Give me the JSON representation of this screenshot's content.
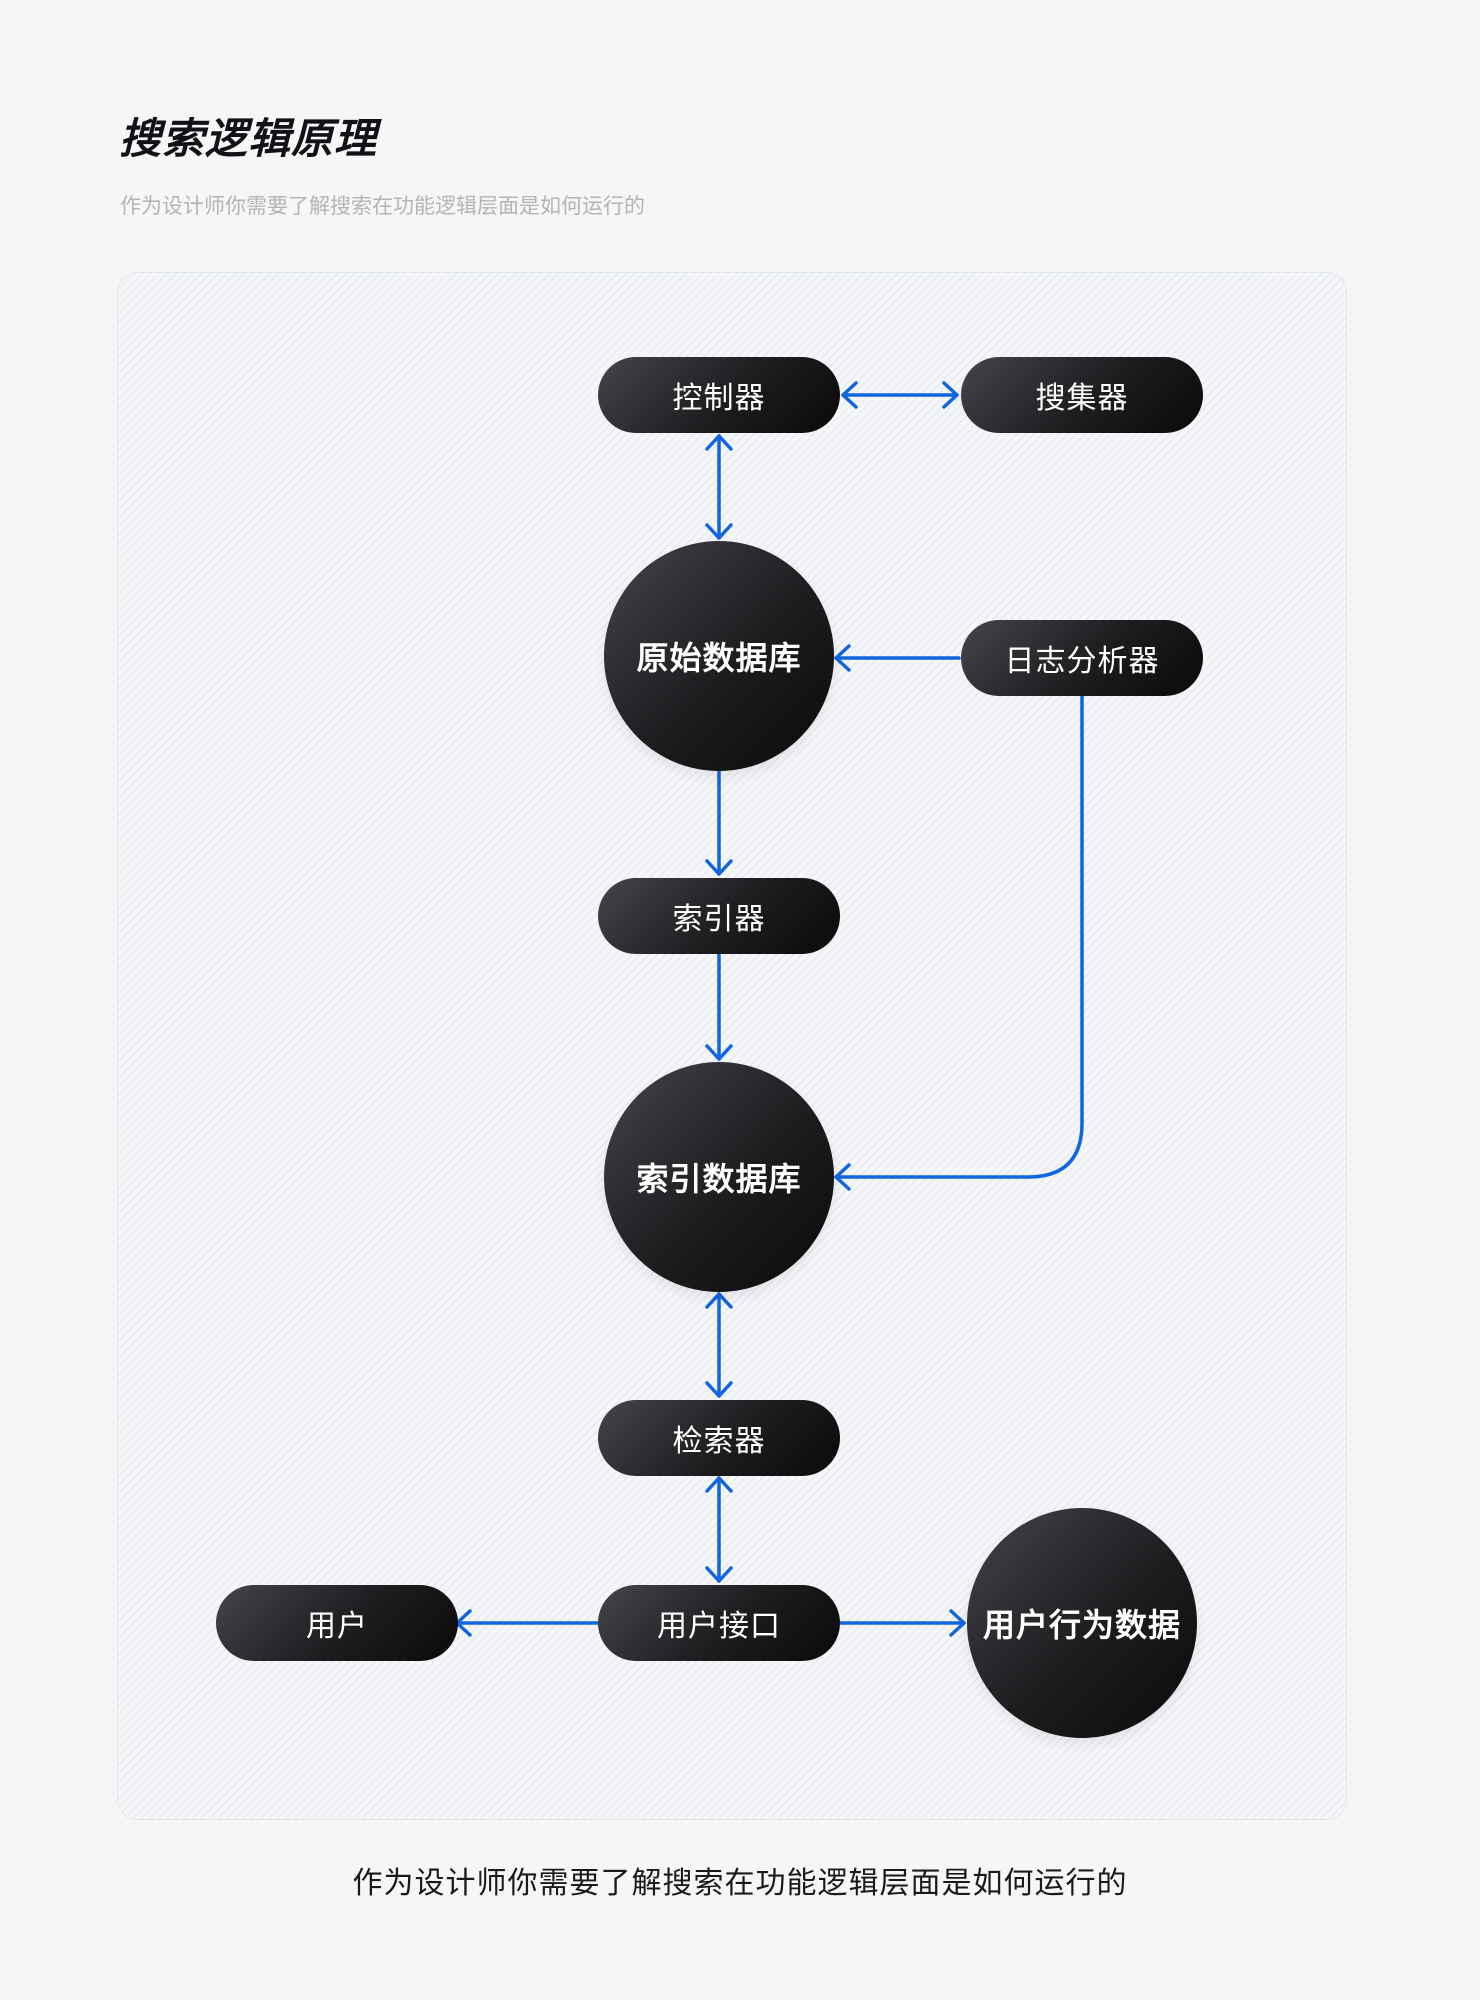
{
  "header": {
    "title": "搜索逻辑原理",
    "subtitle": "作为设计师你需要了解搜索在功能逻辑层面是如何运行的"
  },
  "diagram": {
    "nodes": {
      "controller": "控制器",
      "collector": "搜集器",
      "raw_database": "原始数据库",
      "log_analyzer": "日志分析器",
      "indexer": "索引器",
      "index_database": "索引数据库",
      "retriever": "检索器",
      "user_interface": "用户接口",
      "user": "用户",
      "user_behavior_data": "用户行为数据"
    },
    "edges": [
      {
        "from": "控制器",
        "to": "搜集器",
        "direction": "both"
      },
      {
        "from": "控制器",
        "to": "原始数据库",
        "direction": "both"
      },
      {
        "from": "日志分析器",
        "to": "原始数据库",
        "direction": "forward"
      },
      {
        "from": "原始数据库",
        "to": "索引器",
        "direction": "forward"
      },
      {
        "from": "索引器",
        "to": "索引数据库",
        "direction": "forward"
      },
      {
        "from": "日志分析器",
        "to": "索引数据库",
        "direction": "forward"
      },
      {
        "from": "索引数据库",
        "to": "检索器",
        "direction": "both"
      },
      {
        "from": "检索器",
        "to": "用户接口",
        "direction": "both"
      },
      {
        "from": "用户接口",
        "to": "用户",
        "direction": "forward"
      },
      {
        "from": "用户接口",
        "to": "用户行为数据",
        "direction": "forward"
      }
    ],
    "colors": {
      "arrow": "#1166e0",
      "node_fill": "#1d1d20",
      "node_text": "#ffffff"
    }
  },
  "caption": "作为设计师你需要了解搜索在功能逻辑层面是如何运行的"
}
